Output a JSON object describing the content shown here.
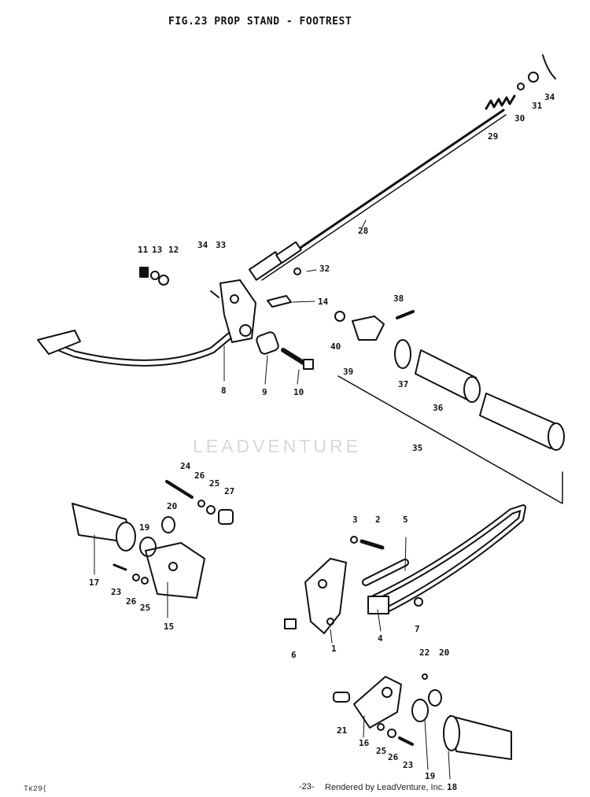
{
  "figure": {
    "title": "FIG.23  PROP STAND - FOOTREST",
    "page_number": "-23-",
    "render_credit": "Rendered by LeadVenture, Inc.",
    "corner_code": "Tᴋ29(",
    "watermark": "LEADVENTURE"
  },
  "part_labels": [
    {
      "id": "p1",
      "text": "1"
    },
    {
      "id": "p2",
      "text": "2"
    },
    {
      "id": "p3",
      "text": "3"
    },
    {
      "id": "p4",
      "text": "4"
    },
    {
      "id": "p5",
      "text": "5"
    },
    {
      "id": "p6",
      "text": "6"
    },
    {
      "id": "p7",
      "text": "7"
    },
    {
      "id": "p8",
      "text": "8"
    },
    {
      "id": "p9",
      "text": "9"
    },
    {
      "id": "p10",
      "text": "10"
    },
    {
      "id": "p11",
      "text": "11"
    },
    {
      "id": "p12",
      "text": "12"
    },
    {
      "id": "p13",
      "text": "13"
    },
    {
      "id": "p14",
      "text": "14"
    },
    {
      "id": "p15",
      "text": "15"
    },
    {
      "id": "p16",
      "text": "16"
    },
    {
      "id": "p17",
      "text": "17"
    },
    {
      "id": "p18",
      "text": "18"
    },
    {
      "id": "p19a",
      "text": "19"
    },
    {
      "id": "p19b",
      "text": "19"
    },
    {
      "id": "p20a",
      "text": "20"
    },
    {
      "id": "p20b",
      "text": "20"
    },
    {
      "id": "p21",
      "text": "21"
    },
    {
      "id": "p22",
      "text": "22"
    },
    {
      "id": "p23a",
      "text": "23"
    },
    {
      "id": "p23b",
      "text": "23"
    },
    {
      "id": "p24",
      "text": "24"
    },
    {
      "id": "p25a",
      "text": "25"
    },
    {
      "id": "p25b",
      "text": "25"
    },
    {
      "id": "p25c",
      "text": "25"
    },
    {
      "id": "p26a",
      "text": "26"
    },
    {
      "id": "p26b",
      "text": "26"
    },
    {
      "id": "p26c",
      "text": "26"
    },
    {
      "id": "p27",
      "text": "27"
    },
    {
      "id": "p28",
      "text": "28"
    },
    {
      "id": "p29",
      "text": "29"
    },
    {
      "id": "p30",
      "text": "30"
    },
    {
      "id": "p31",
      "text": "31"
    },
    {
      "id": "p32",
      "text": "32"
    },
    {
      "id": "p33",
      "text": "33"
    },
    {
      "id": "p34a",
      "text": "34"
    },
    {
      "id": "p34b",
      "text": "34"
    },
    {
      "id": "p35",
      "text": "35"
    },
    {
      "id": "p36",
      "text": "36"
    },
    {
      "id": "p37",
      "text": "37"
    },
    {
      "id": "p38",
      "text": "38"
    },
    {
      "id": "p39",
      "text": "39"
    },
    {
      "id": "p40",
      "text": "40"
    }
  ]
}
